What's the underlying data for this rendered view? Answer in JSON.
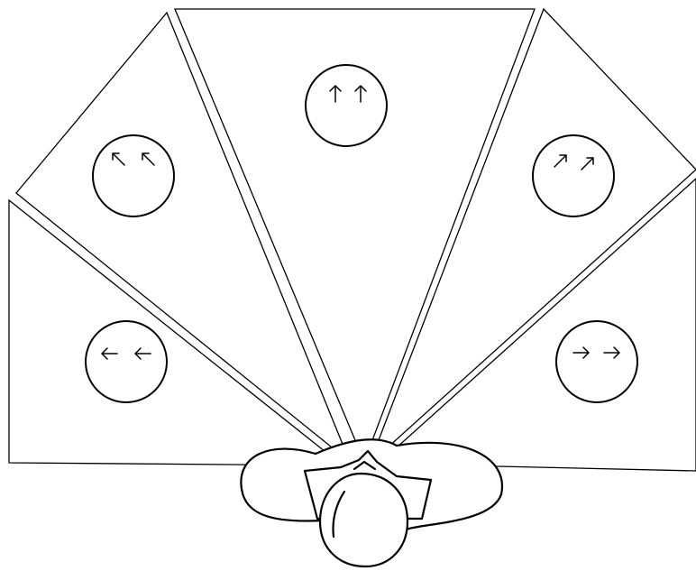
{
  "diagram": {
    "sectors": [
      {
        "id": "far-left",
        "glance": "left"
      },
      {
        "id": "left",
        "glance": "up-left"
      },
      {
        "id": "center",
        "glance": "up"
      },
      {
        "id": "right",
        "glance": "up-right"
      },
      {
        "id": "far-right",
        "glance": "right"
      }
    ],
    "colors": {
      "stroke": "#000000",
      "background": "#ffffff"
    }
  }
}
